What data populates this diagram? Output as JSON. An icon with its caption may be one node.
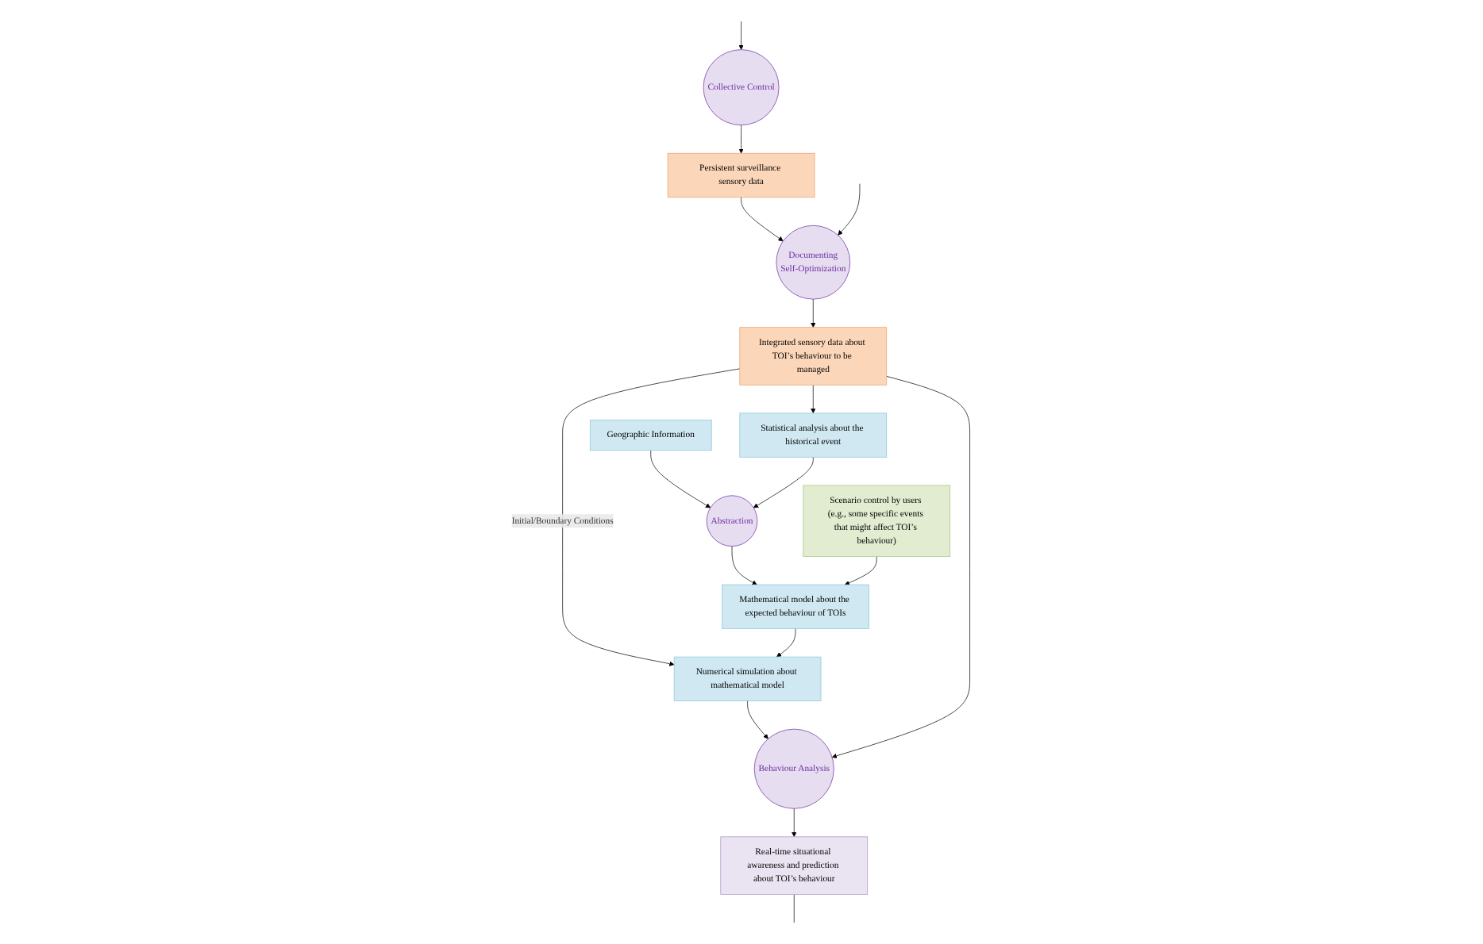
{
  "diagram": {
    "nodes": [
      {
        "text": [
          "Collective Control"
        ]
      },
      {
        "text": [
          "Geographic Information"
        ]
      },
      {
        "text": [
          "Statistical analysis about the historical event"
        ]
      },
      {
        "text": [
          "Persistent surveillance sensory data"
        ]
      },
      {
        "text": [
          "Documenting",
          "Self-Optimization"
        ]
      },
      {
        "text": [
          "Abstraction"
        ]
      },
      {
        "text": [
          "Mathematical model about the expected behaviour of TOIs"
        ]
      },
      {
        "text": [
          "Numerical simulation about mathematical model"
        ]
      },
      {
        "text": [
          "Integrated sensory data about TOI’s behaviour to be managed"
        ]
      },
      {
        "text": [
          "Behaviour Analysis"
        ]
      },
      {
        "text": [
          "Scenario control by users (e.g., some specific events that might affect TOI’s behaviour)"
        ]
      },
      {
        "text": [
          "Real-time situational awareness and prediction about TOI’s behaviour"
        ]
      }
    ],
    "edges": [
      {
        "from": null,
        "to": 0,
        "arrow": "to"
      },
      {
        "from": 0,
        "to": 3,
        "arrow": "to"
      },
      {
        "from": 1,
        "to": 5,
        "arrow": "to"
      },
      {
        "from": 2,
        "to": 5,
        "arrow": "to"
      },
      {
        "from": 5,
        "to": 6,
        "arrow": "to"
      },
      {
        "from": 3,
        "to": 4,
        "arrow": "to"
      },
      {
        "from": null,
        "to": 4,
        "arrow": "to"
      },
      {
        "from": 4,
        "to": 8,
        "arrow": "to"
      },
      {
        "from": 8,
        "to": 2,
        "arrow": "to"
      },
      {
        "from": 8,
        "to": 7,
        "arrow": "to",
        "label": "Initial/Boundary Conditions"
      },
      {
        "from": 6,
        "to": 7,
        "arrow": "to"
      },
      {
        "from": 10,
        "to": 6,
        "arrow": "to"
      },
      {
        "from": 7,
        "to": 9,
        "arrow": "to"
      },
      {
        "from": 8,
        "to": 9,
        "arrow": "to"
      },
      {
        "from": 9,
        "to": 11,
        "arrow": "to"
      },
      {
        "from": 11,
        "to": null,
        "arrow": "none"
      }
    ]
  }
}
